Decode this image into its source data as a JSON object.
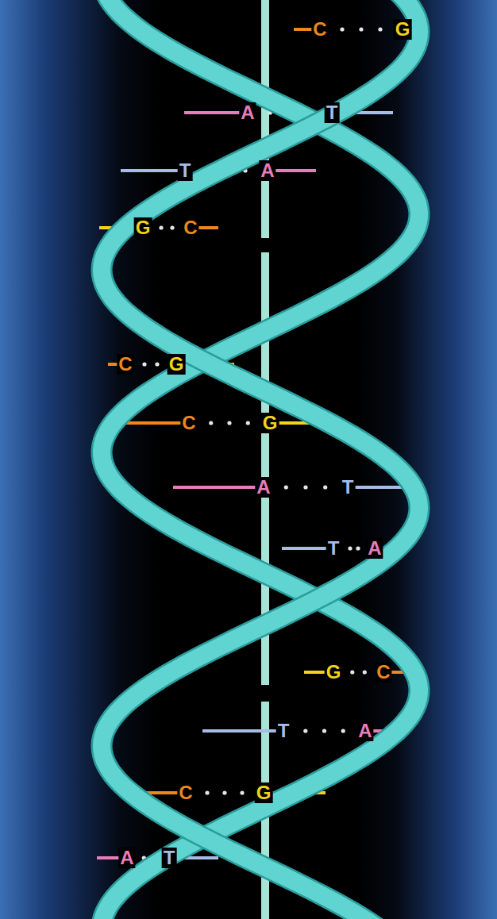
{
  "diagram": {
    "labels": [
      "C",
      "G",
      "A",
      "T",
      "T",
      "A",
      "G",
      "C",
      "C",
      "G",
      "C",
      "G",
      "A",
      "T",
      "T",
      "A",
      "G",
      "C",
      "T",
      "A",
      "C",
      "G",
      "A",
      "T"
    ]
  }
}
